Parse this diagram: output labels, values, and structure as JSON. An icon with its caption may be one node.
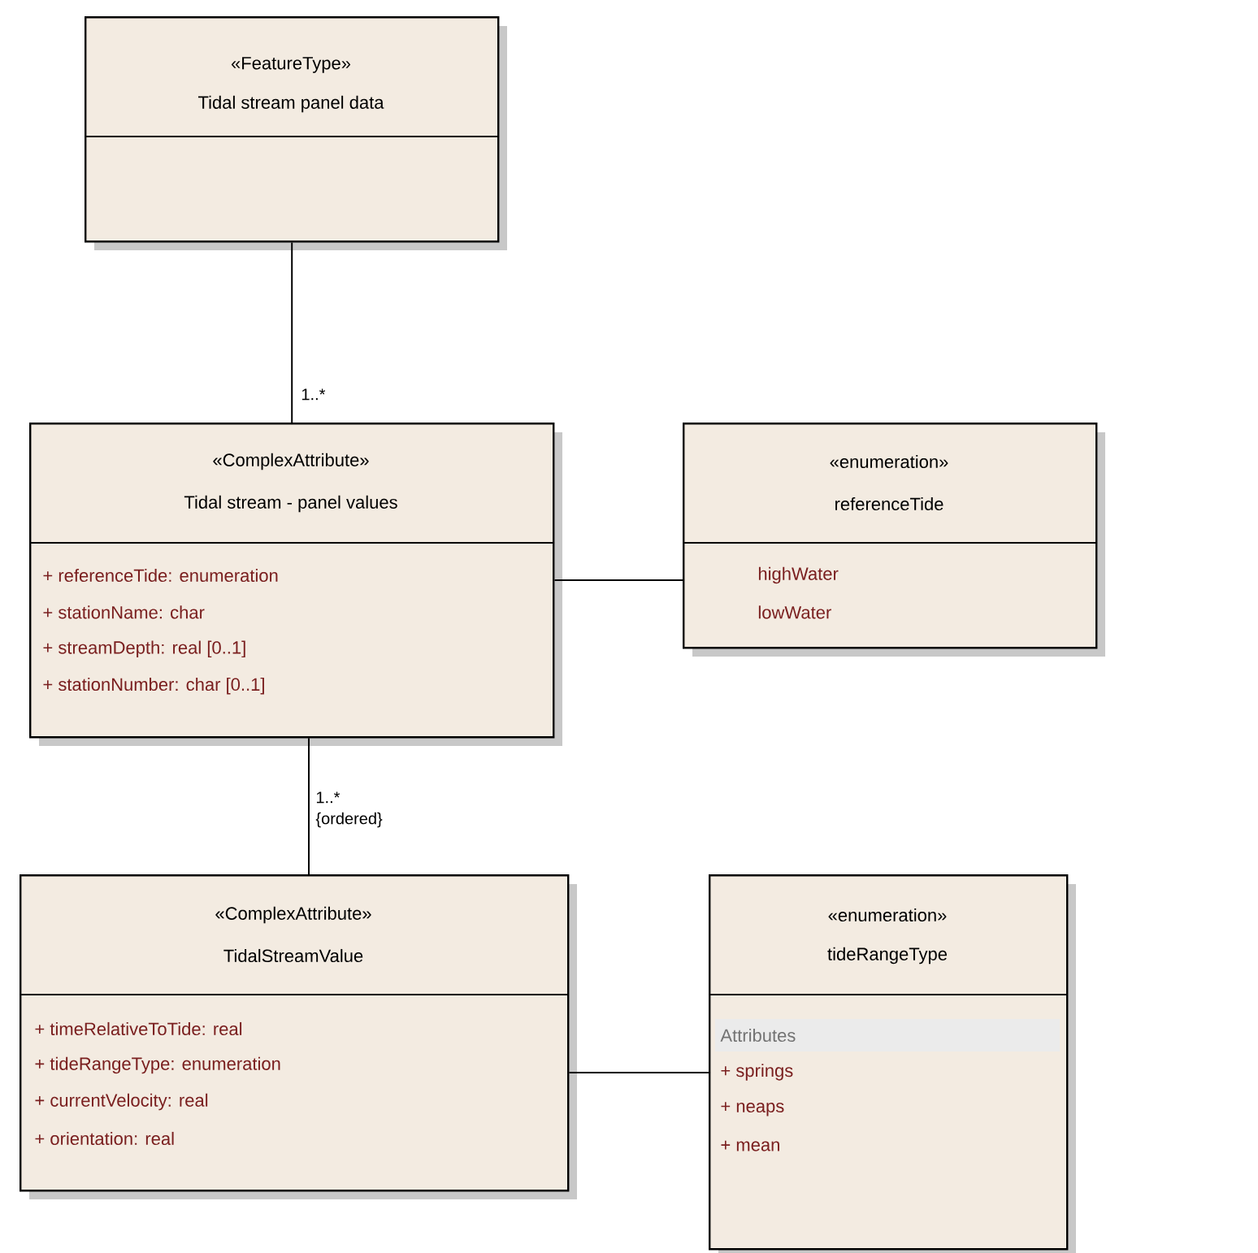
{
  "diagram": {
    "nodes": [
      {
        "text": [
          "«FeatureType»",
          "Tidal stream panel data"
        ]
      },
      {
        "text": [
          "«ComplexAttribute»",
          "Tidal stream - panel values",
          "+ referenceTide: enumeration",
          "+ stationName: char",
          "+ streamDepth: real [0..1]",
          "+ stationNumber: char [0..1]"
        ]
      },
      {
        "text": [
          "«enumeration»",
          "referenceTide",
          "highWater",
          "lowWater"
        ]
      },
      {
        "text": [
          "«ComplexAttribute»",
          "TidalStreamValue",
          "+ timeRelativeToTide: real",
          "+ tideRangeType: enumeration",
          "+ currentVelocity: real",
          "+ orientation: real"
        ]
      },
      {
        "text": [
          "«enumeration»",
          "tideRangeType",
          "Attributes",
          "+ springs",
          "+ neaps",
          "+ mean"
        ]
      }
    ],
    "edges": [
      {
        "from": 0,
        "to": 1,
        "arrow": "none",
        "label": "1..*"
      },
      {
        "from": 1,
        "to": 2,
        "arrow": "none"
      },
      {
        "from": 1,
        "to": 3,
        "arrow": "none",
        "label": "1..* {ordered}"
      },
      {
        "from": 3,
        "to": 4,
        "arrow": "none"
      }
    ]
  }
}
